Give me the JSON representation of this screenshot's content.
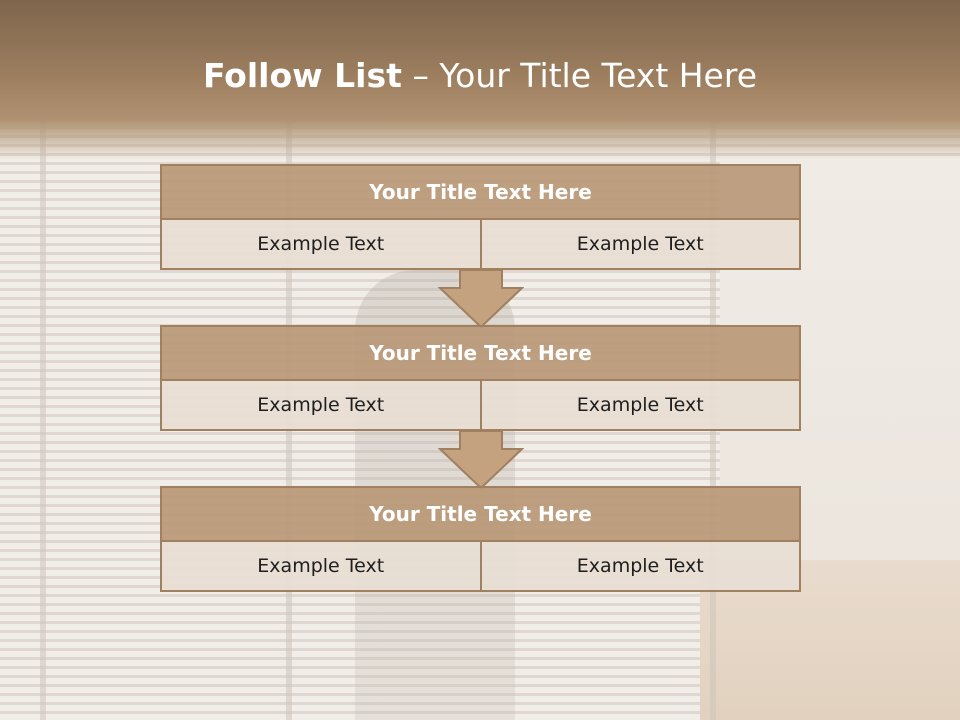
{
  "slide": {
    "title_bold": "Follow List",
    "title_rest": "– Your Title Text Here",
    "blocks": [
      {
        "title": "Your Title Text Here",
        "cells": [
          "Example Text",
          "Example Text"
        ]
      },
      {
        "title": "Your Title Text Here",
        "cells": [
          "Example Text",
          "Example Text"
        ]
      },
      {
        "title": "Your Title Text Here",
        "cells": [
          "Example Text",
          "Example Text"
        ]
      }
    ],
    "colors": {
      "header_band": "#9b7d5e",
      "block_title_fill": "#b89775",
      "block_border": "#a0805f",
      "cell_fill": "#e8ded4",
      "arrow_fill": "#c4a27f"
    }
  }
}
